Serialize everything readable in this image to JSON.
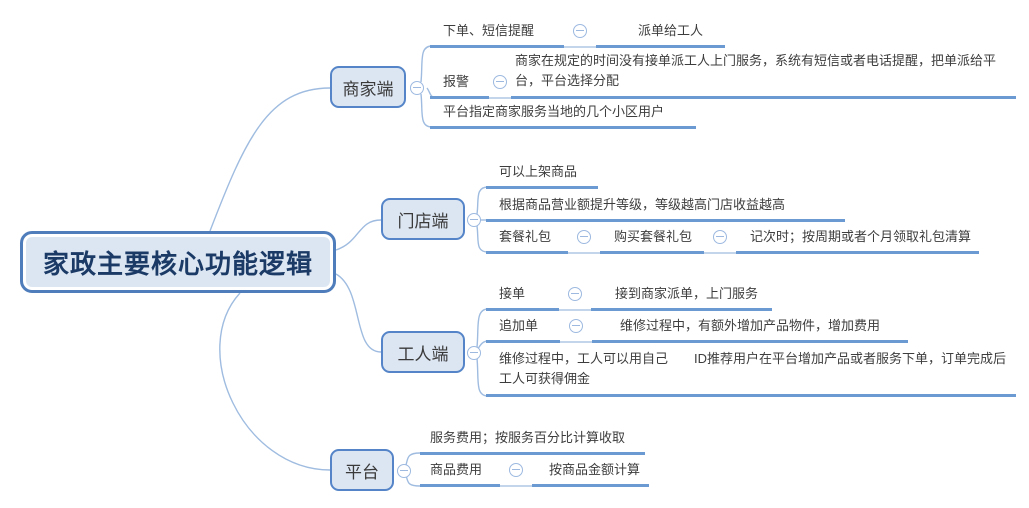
{
  "app": {
    "type": "mindmap-canvas"
  },
  "palette": {
    "node_fill": "#dce6f3",
    "node_border": "#5585c8",
    "root_text": "#1b3a66",
    "child_text": "#3d3d3d",
    "underline": "#6b9ad2",
    "connector": "#9fbce0"
  },
  "icons": {
    "collapse": "minus-circle"
  },
  "root": {
    "label": "家政主要核心功能逻辑"
  },
  "branches": [
    {
      "label": "商家端",
      "children": [
        {
          "segments": [
            "下单、短信提醒",
            "派单给工人"
          ]
        },
        {
          "segments": [
            "报警",
            "商家在规定的时间没有接单派工人上门服务，系统有短信或者电话提醒，把单派给平台，平台选择分配"
          ]
        },
        {
          "segments": [
            "平台指定商家服务当地的几个小区用户"
          ]
        }
      ]
    },
    {
      "label": "门店端",
      "children": [
        {
          "segments": [
            "可以上架商品"
          ]
        },
        {
          "segments": [
            "根据商品营业额提升等级，等级越高门店收益越高"
          ]
        },
        {
          "segments": [
            "套餐礼包",
            "购买套餐礼包",
            "记次时；按周期或者个月领取礼包清算"
          ]
        }
      ]
    },
    {
      "label": "工人端",
      "children": [
        {
          "segments": [
            "接单",
            "接到商家派单，上门服务"
          ]
        },
        {
          "segments": [
            "追加单",
            "维修过程中，有额外增加产品物件，增加费用"
          ]
        },
        {
          "segments": [
            "维修过程中，工人可以用自己　　ID推荐用户在平台增加产品或者服务下单，订单完成后工人可获得佣金"
          ]
        }
      ]
    },
    {
      "label": "平台",
      "children": [
        {
          "segments": [
            "服务费用；按服务百分比计算收取"
          ]
        },
        {
          "segments": [
            "商品费用",
            "按商品金额计算"
          ]
        }
      ]
    }
  ]
}
